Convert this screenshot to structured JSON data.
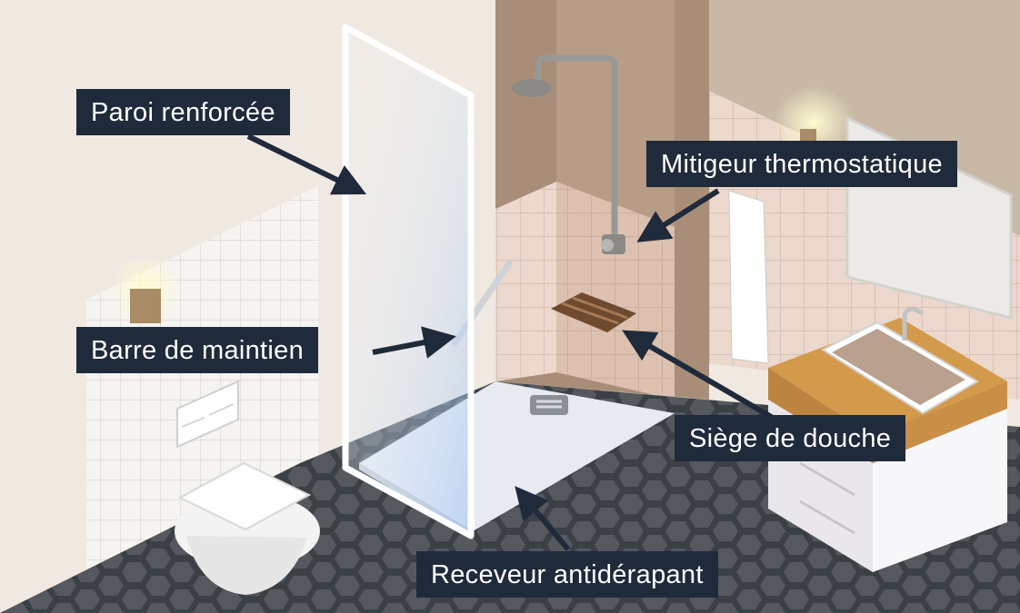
{
  "labels": {
    "wall": "Paroi renforcée",
    "thermostatic": "Mitigeur thermostatique",
    "grab_bar": "Barre de maintien",
    "seat": "Siège de douche",
    "tray": "Receveur antidérapant"
  },
  "colors": {
    "callout_bg": "#1f2a3a",
    "callout_text": "#ffffff",
    "floor": "#4a4f55",
    "wood": "#d49a4c"
  }
}
